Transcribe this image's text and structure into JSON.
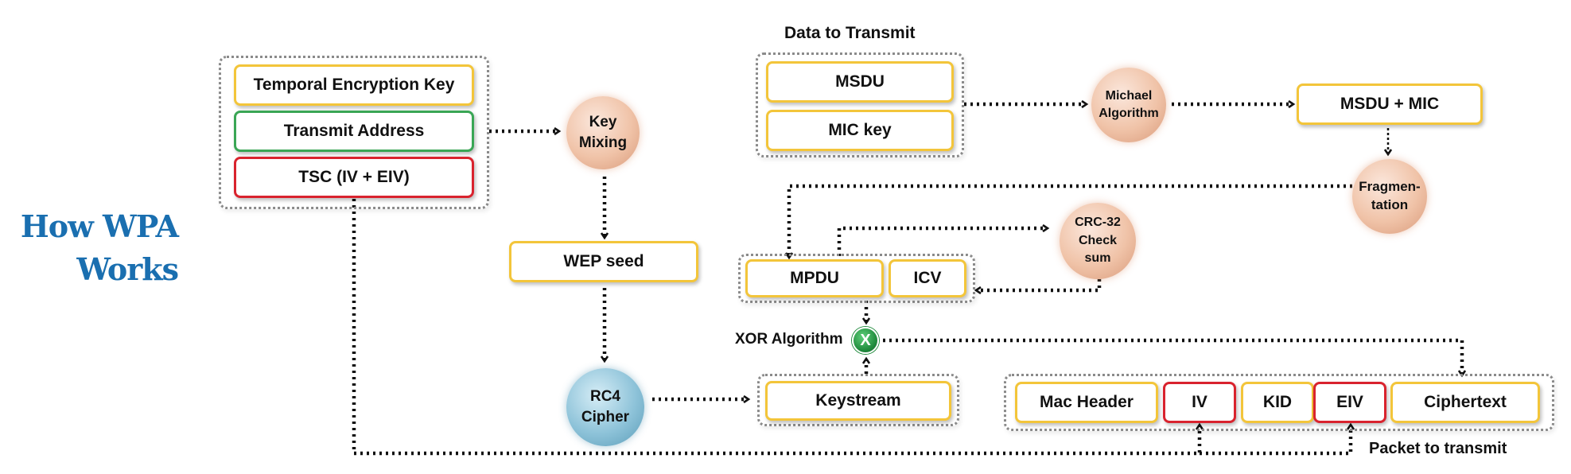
{
  "title": {
    "line1": "How WPA",
    "line2": "Works"
  },
  "labels": {
    "data_to_transmit": "Data to Transmit",
    "xor_algorithm": "XOR Algorithm",
    "packet_to_transmit": "Packet to transmit"
  },
  "key_inputs": {
    "temporal_key": "Temporal Encryption Key",
    "transmit_address": "Transmit Address",
    "tsc": "TSC (IV + EIV)"
  },
  "data_boxes": {
    "msdu": "MSDU",
    "mic_key": "MIC key",
    "msdu_mic": "MSDU + MIC",
    "wep_seed": "WEP seed",
    "mpdu": "MPDU",
    "icv": "ICV",
    "keystream": "Keystream"
  },
  "process_nodes": {
    "key_mixing": {
      "line1": "Key",
      "line2": "Mixing"
    },
    "michael": {
      "line1": "Michael",
      "line2": "Algorithm"
    },
    "fragmentation": {
      "line1": "Fragmen-",
      "line2": "tation"
    },
    "crc32": {
      "line1": "CRC-32",
      "line2": "Check",
      "line3": "sum"
    },
    "rc4": {
      "line1": "RC4",
      "line2": "Cipher"
    },
    "xor_symbol": "X"
  },
  "packet_fields": [
    "Mac Header",
    "IV",
    "KID",
    "EIV",
    "Ciphertext"
  ],
  "colors": {
    "title": "#1a6fb0",
    "box_border_yellow": "#f3c53a",
    "box_border_green": "#3aa655",
    "box_border_red": "#d9232e",
    "process_node": "#f0c3a8",
    "rc4_node": "#8ec3d9",
    "xor_node": "#1f8a3c"
  }
}
